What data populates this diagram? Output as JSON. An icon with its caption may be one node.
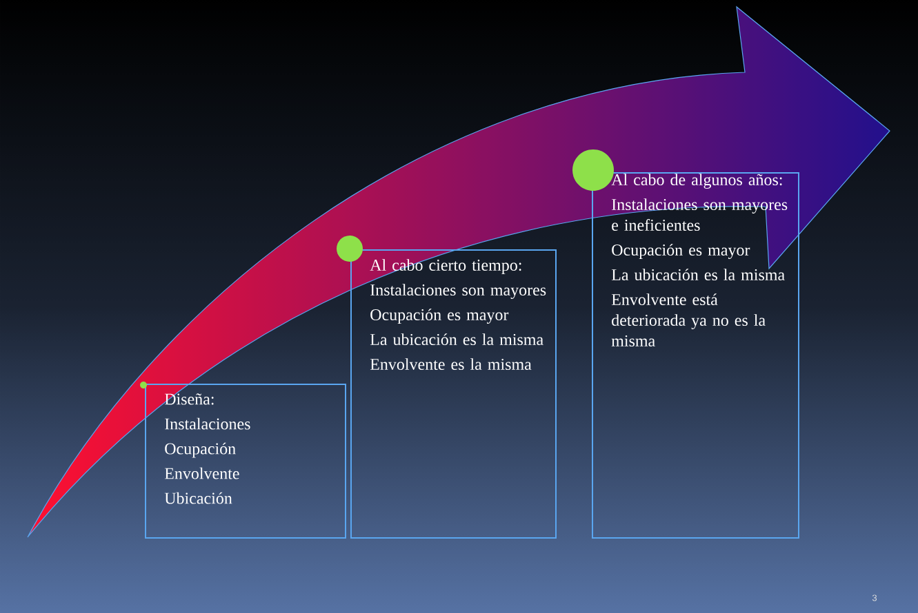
{
  "diagram": {
    "nodes": [
      {
        "text": [
          "Diseña:",
          "Instalaciones",
          "Ocupación",
          "Envolvente",
          "Ubicación"
        ]
      },
      {
        "text": [
          "Al cabo cierto tiempo:",
          "Instalaciones son mayores",
          "Ocupación es mayor",
          "La ubicación es la misma",
          "Envolvente es la misma"
        ]
      },
      {
        "text": [
          "Al cabo de algunos años:",
          "Instalaciones son mayores e ineficientes",
          "Ocupación es mayor",
          "La ubicación es la misma",
          "Envolvente está deteriorada ya no es la misma"
        ]
      }
    ],
    "labels": [
      "3"
    ]
  }
}
